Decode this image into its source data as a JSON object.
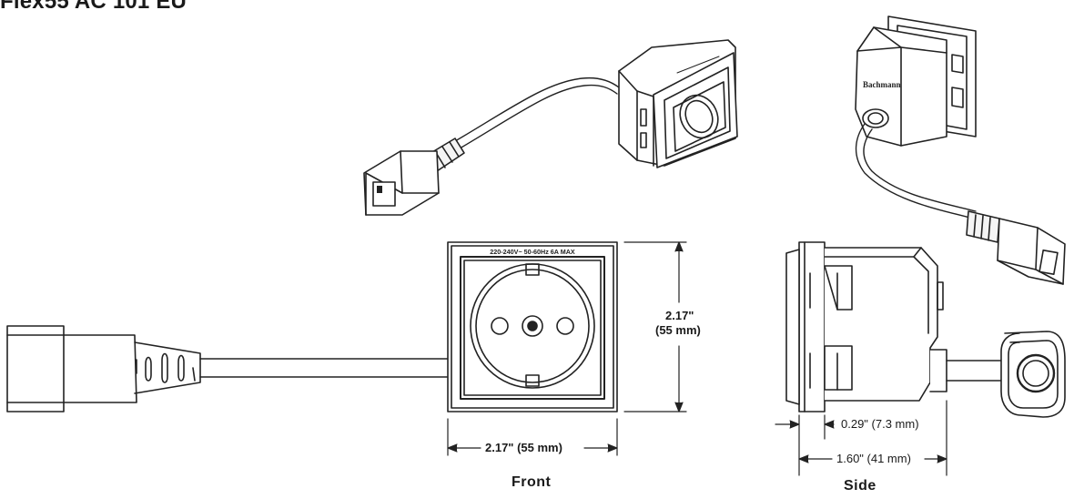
{
  "title": "Flex55 AC 101 EU",
  "socket_rating": "220-240V~ 50-60Hz 6A MAX",
  "brand_mark": "Bachmann",
  "dimensions": {
    "height_in": "2.17\"",
    "height_mm": "(55 mm)",
    "width": "2.17\" (55 mm)",
    "flange_depth": "0.29\" (7.3 mm)",
    "total_depth": "1.60\" (41 mm)"
  },
  "views": {
    "front": "Front",
    "side": "Side"
  }
}
